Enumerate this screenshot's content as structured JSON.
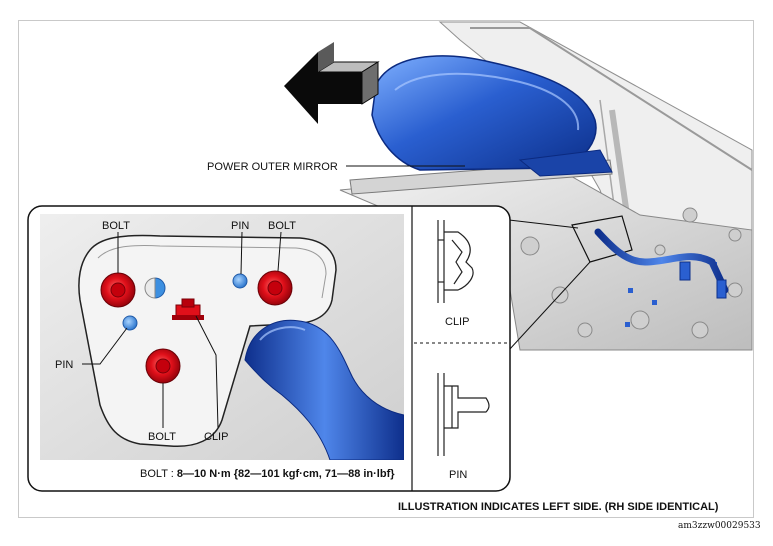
{
  "labels": {
    "power_outer_mirror": "POWER OUTER MIRROR",
    "bolt_top_left": "BOLT",
    "pin_top": "PIN",
    "bolt_top_right": "BOLT",
    "pin_left": "PIN",
    "bolt_bottom": "BOLT",
    "clip_inset": "CLIP",
    "clip_detail": "CLIP",
    "pin_detail": "PIN",
    "torque_prefix": "BOLT : ",
    "torque_value": "8—10 N·m {82—101 kgf·cm, 71—88 in·lbf}",
    "footer_note": "ILLUSTRATION INDICATES LEFT SIDE. (RH SIDE IDENTICAL)",
    "reference_id": "am3zzw00029533"
  },
  "colors": {
    "mirror_blue": "#2a5fd0",
    "bolt_red": "#e0101a",
    "pin_blue": "#3d8fe0",
    "door_gray": "#d8d8d8",
    "outline": "#222222"
  },
  "icons": {
    "direction_arrow": "arrow-left-icon"
  }
}
